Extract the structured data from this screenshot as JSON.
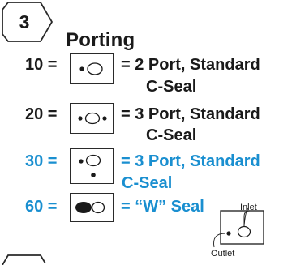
{
  "section": {
    "number": "3",
    "title": "Porting"
  },
  "options": [
    {
      "code": "10 =",
      "desc_line1": "= 2 Port, Standard",
      "desc_line2": "C-Seal",
      "color": "#1a1a1a",
      "icon": "two-port-icon"
    },
    {
      "code": "20 =",
      "desc_line1": "= 3 Port, Standard",
      "desc_line2": "C-Seal",
      "color": "#1a1a1a",
      "icon": "three-port-icon"
    },
    {
      "code": "30 =",
      "desc_line1": "= 3 Port, Standard",
      "desc_line2": "C-Seal",
      "color": "#1a8fd0",
      "icon": "three-port-below-icon"
    },
    {
      "code": "60 =",
      "desc_line1": "= “W” Seal",
      "desc_line2": "",
      "color": "#1a8fd0",
      "icon": "w-seal-icon"
    }
  ],
  "diagram": {
    "inlet_label": "Inlet",
    "outlet_label": "Outlet"
  }
}
